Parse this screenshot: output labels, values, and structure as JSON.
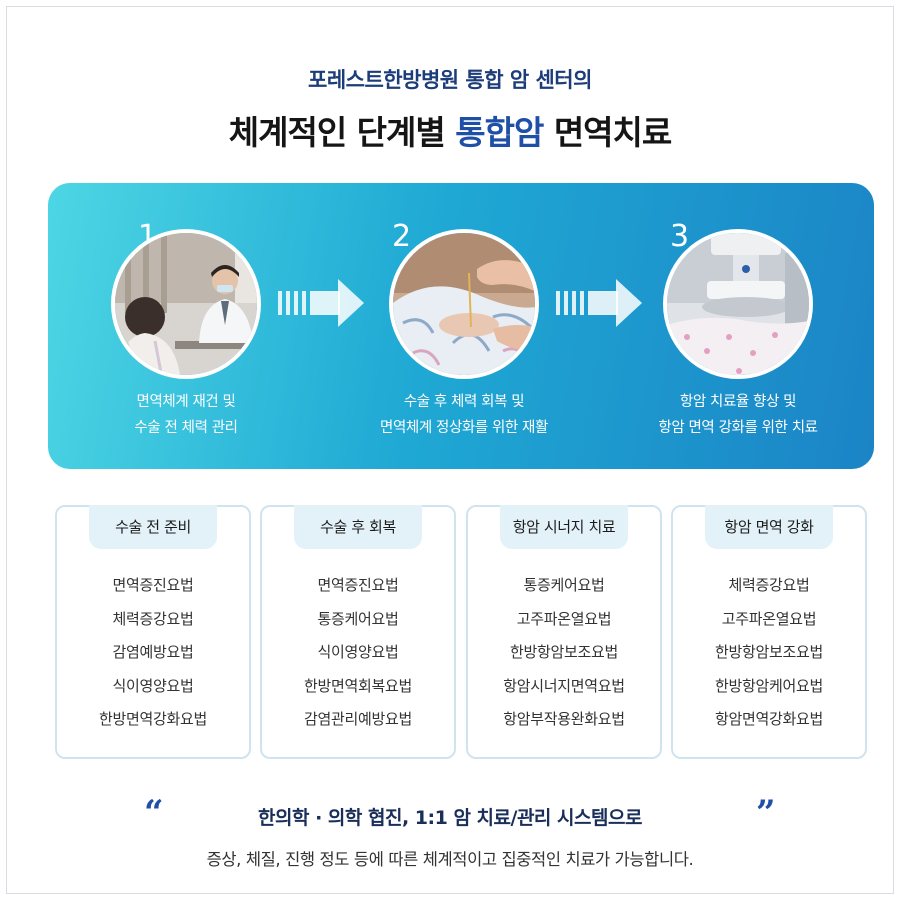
{
  "header": {
    "subtitle": "포레스트한방병원 통합 암 센터의",
    "title_prefix": "체계적인 단계별 ",
    "title_highlight": "통합암",
    "title_suffix": " 면역치료"
  },
  "steps": [
    {
      "number": "1",
      "line1": "면역체계 재건 및",
      "line2": "수술 전 체력 관리",
      "image": "consultation-photo"
    },
    {
      "number": "2",
      "line1": "수술 후 체력 회복 및",
      "line2": "면역체계 정상화를 위한 재활",
      "image": "acupuncture-photo"
    },
    {
      "number": "3",
      "line1": "항암 치료율 향상 및",
      "line2": "항암 면역 강화를 위한 치료",
      "image": "hyperthermia-photo"
    }
  ],
  "cards": [
    {
      "title": "수술 전 준비",
      "items": [
        "면역증진요법",
        "체력증강요법",
        "감염예방요법",
        "식이영양요법",
        "한방면역강화요법"
      ]
    },
    {
      "title": "수술 후 회복",
      "items": [
        "면역증진요법",
        "통증케어요법",
        "식이영양요법",
        "한방면역회복요법",
        "감염관리예방요법"
      ]
    },
    {
      "title": "항암 시너지 치료",
      "items": [
        "통증케어요법",
        "고주파온열요법",
        "한방항암보조요법",
        "항암시너지면역요법",
        "항암부작용완화요법"
      ]
    },
    {
      "title": "항암 면역 강화",
      "items": [
        "체력증강요법",
        "고주파온열요법",
        "한방항암보조요법",
        "한방항암케어요법",
        "항암면역강화요법"
      ]
    }
  ],
  "footer": {
    "quote_open": "“",
    "quote_close": "”",
    "main": "한의학 · 의학 협진, 1:1 암 치료/관리 시스템으로",
    "sub": "증상, 체질, 진행 정도 등에 따른 체계적이고 집중적인 치료가 가능합니다."
  },
  "colors": {
    "accent": "#1f4fa6",
    "hero_start": "#4dd6e4",
    "hero_end": "#1b84c6",
    "card_border": "#cfe4ef",
    "card_head": "#e3f2f9"
  }
}
